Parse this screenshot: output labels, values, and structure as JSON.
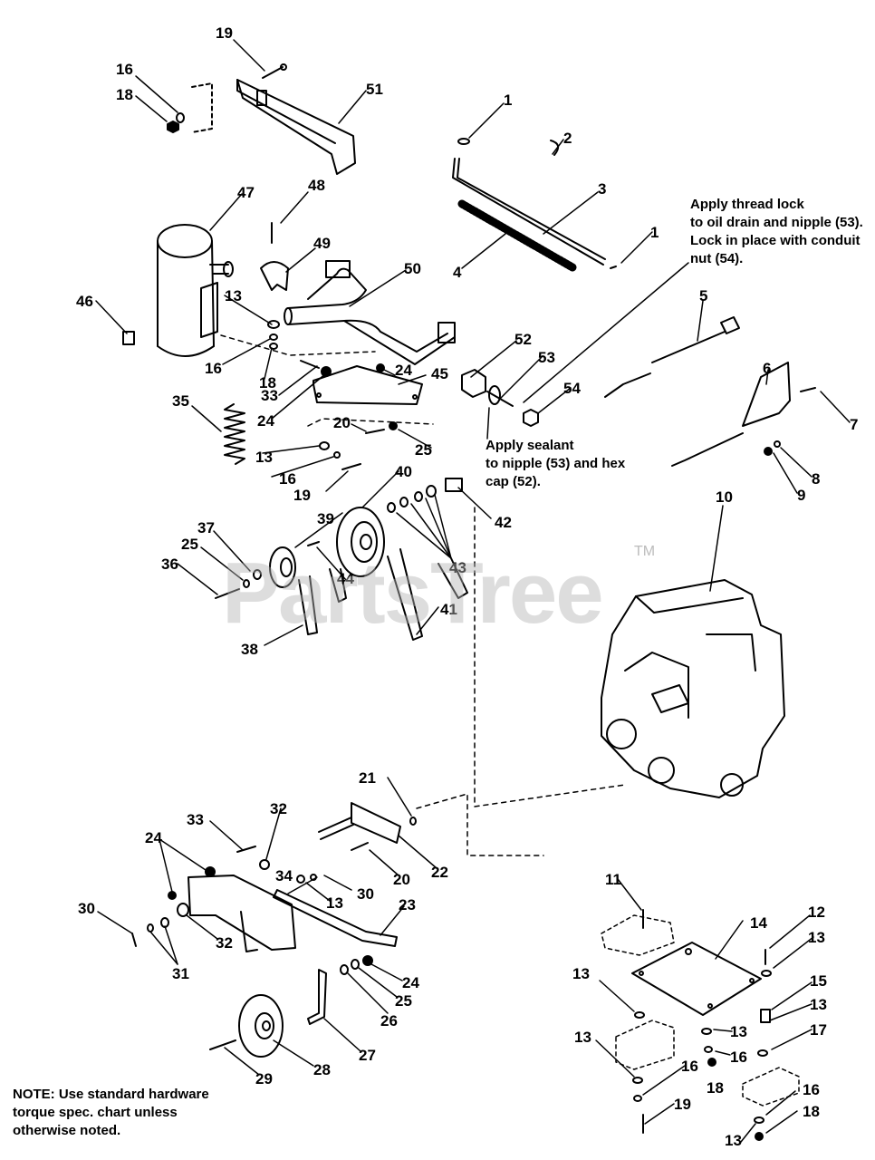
{
  "notes": {
    "thread_lock": [
      "Apply thread lock",
      "to oil drain and nipple (53).",
      "Lock in place with conduit",
      "nut (54)."
    ],
    "sealant": [
      "Apply sealant",
      "to nipple (53) and hex",
      "cap (52)."
    ],
    "hardware": [
      "NOTE: Use standard hardware",
      "torque spec. chart unless",
      "otherwise noted."
    ]
  },
  "watermark": {
    "text": "PartsTree",
    "tm": "TM"
  },
  "callouts": {
    "c1a": "1",
    "c1b": "1",
    "c2": "2",
    "c3": "3",
    "c4": "4",
    "c5": "5",
    "c6": "6",
    "c7": "7",
    "c8": "8",
    "c9": "9",
    "c10": "10",
    "c11": "11",
    "c12": "12",
    "c13a": "13",
    "c13b": "13",
    "c13c": "13",
    "c13d": "13",
    "c13e": "13",
    "c13f": "13",
    "c13g": "13",
    "c13h": "13",
    "c13i": "13",
    "c14": "14",
    "c15": "15",
    "c16a": "16",
    "c16b": "16",
    "c16c": "16",
    "c16d": "16",
    "c16e": "16",
    "c16f": "16",
    "c17": "17",
    "c18a": "18",
    "c18b": "18",
    "c18c": "18",
    "c18d": "18",
    "c19a": "19",
    "c19b": "19",
    "c19c": "19",
    "c20a": "20",
    "c20b": "20",
    "c21": "21",
    "c22": "22",
    "c23": "23",
    "c24a": "24",
    "c24b": "24",
    "c24c": "24",
    "c24d": "24",
    "c25a": "25",
    "c25b": "25",
    "c25c": "25",
    "c26": "26",
    "c27": "27",
    "c28": "28",
    "c29": "29",
    "c30a": "30",
    "c30b": "30",
    "c31": "31",
    "c32a": "32",
    "c32b": "32",
    "c33a": "33",
    "c33b": "33",
    "c34": "34",
    "c35": "35",
    "c36": "36",
    "c37": "37",
    "c38": "38",
    "c39": "39",
    "c40": "40",
    "c41": "41",
    "c42": "42",
    "c43": "43",
    "c44": "44",
    "c45": "45",
    "c46": "46",
    "c47": "47",
    "c48": "48",
    "c49": "49",
    "c50": "50",
    "c51": "51",
    "c52": "52",
    "c53": "53",
    "c54": "54"
  }
}
